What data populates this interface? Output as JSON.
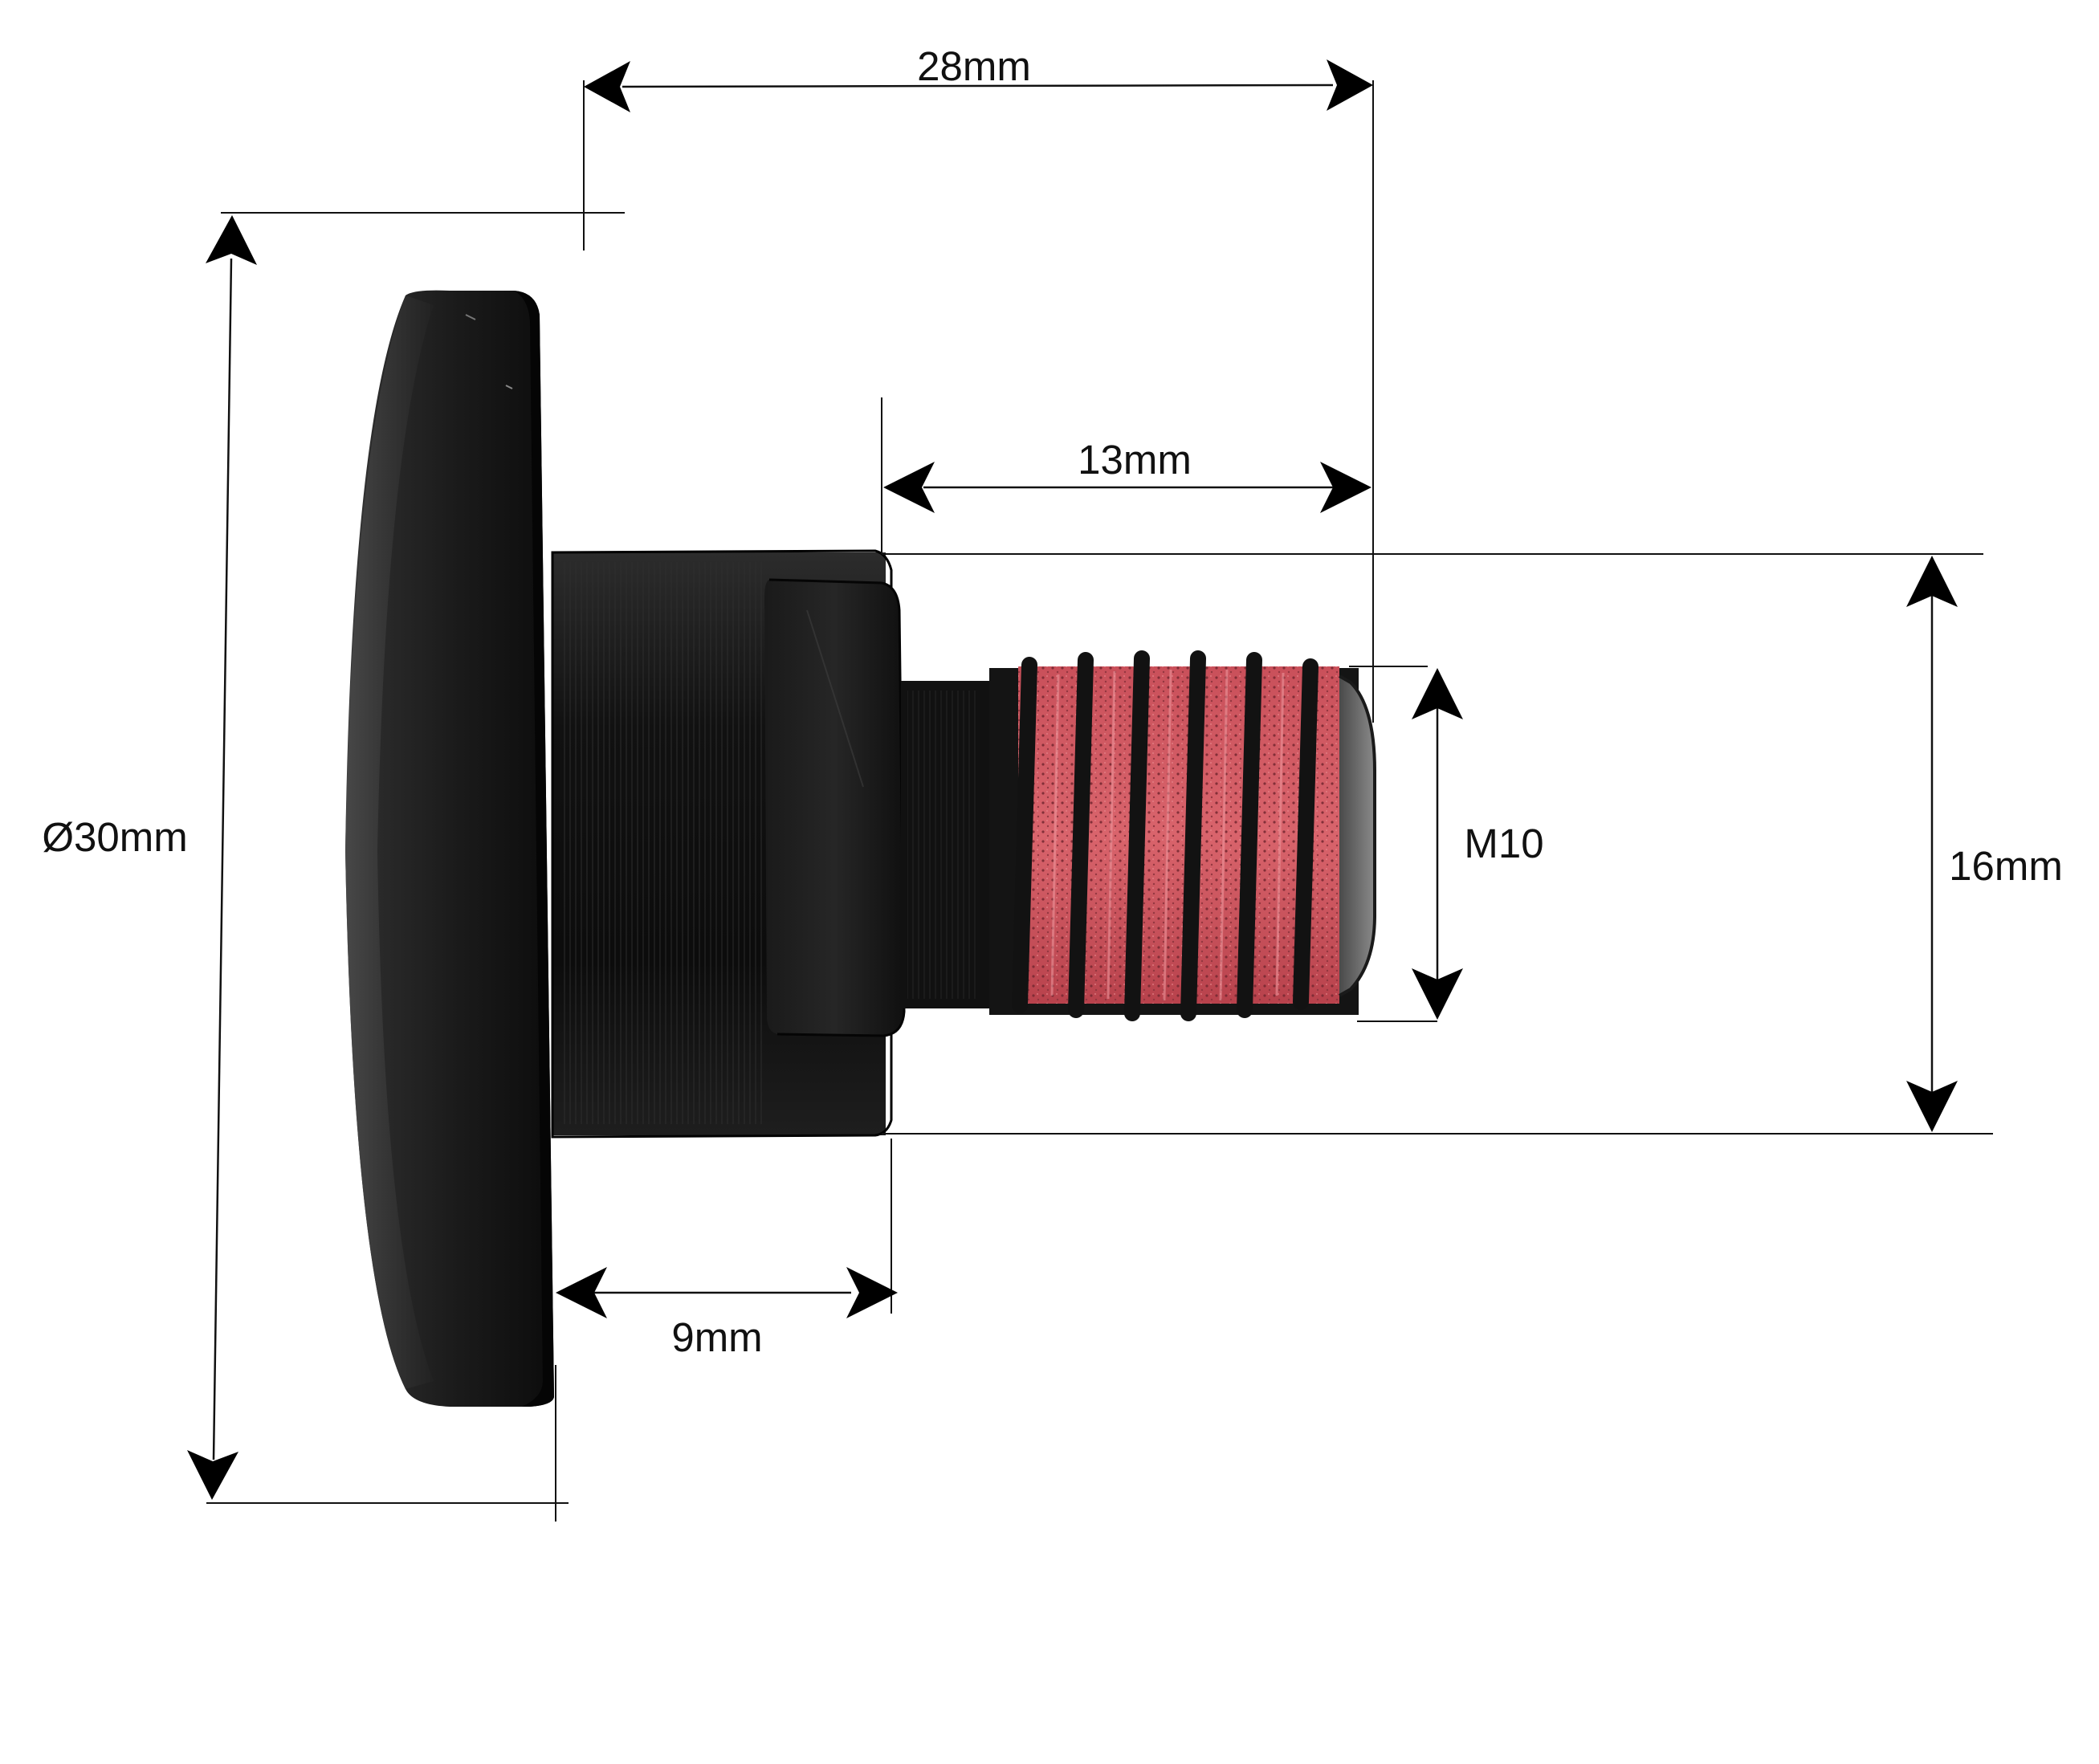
{
  "dimensions": {
    "overall_length": "28mm",
    "thread_length": "13mm",
    "head_diameter": "Ø30mm",
    "thread_size": "M10",
    "shoulder_diameter": "16mm",
    "shoulder_length": "9mm"
  },
  "colors": {
    "background": "#ffffff",
    "bolt_body": "#141414",
    "thread_locker": "#d2555e",
    "dimension_lines": "#111111"
  }
}
